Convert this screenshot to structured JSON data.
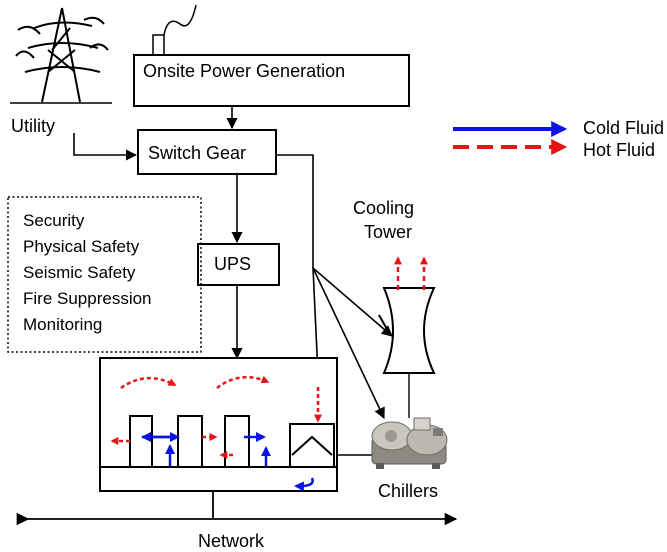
{
  "boxes": {
    "onsite_power": "Onsite Power Generation",
    "switch_gear": "Switch Gear",
    "ups": "UPS"
  },
  "labels": {
    "utility": "Utility",
    "cooling_tower_line1": "Cooling",
    "cooling_tower_line2": "Tower",
    "chillers": "Chillers",
    "network": "Network"
  },
  "facility_services": [
    "Security",
    "Physical Safety",
    "Seismic Safety",
    "Fire Suppression",
    "Monitoring"
  ],
  "legend": {
    "cold": "Cold Fluid",
    "hot": "Hot Fluid"
  },
  "colors": {
    "cold_fluid": "#0a14e6",
    "hot_fluid": "#e61414"
  },
  "icons": [
    "transmission-tower-icon",
    "generator-exhaust-icon",
    "chiller-unit-icon"
  ]
}
